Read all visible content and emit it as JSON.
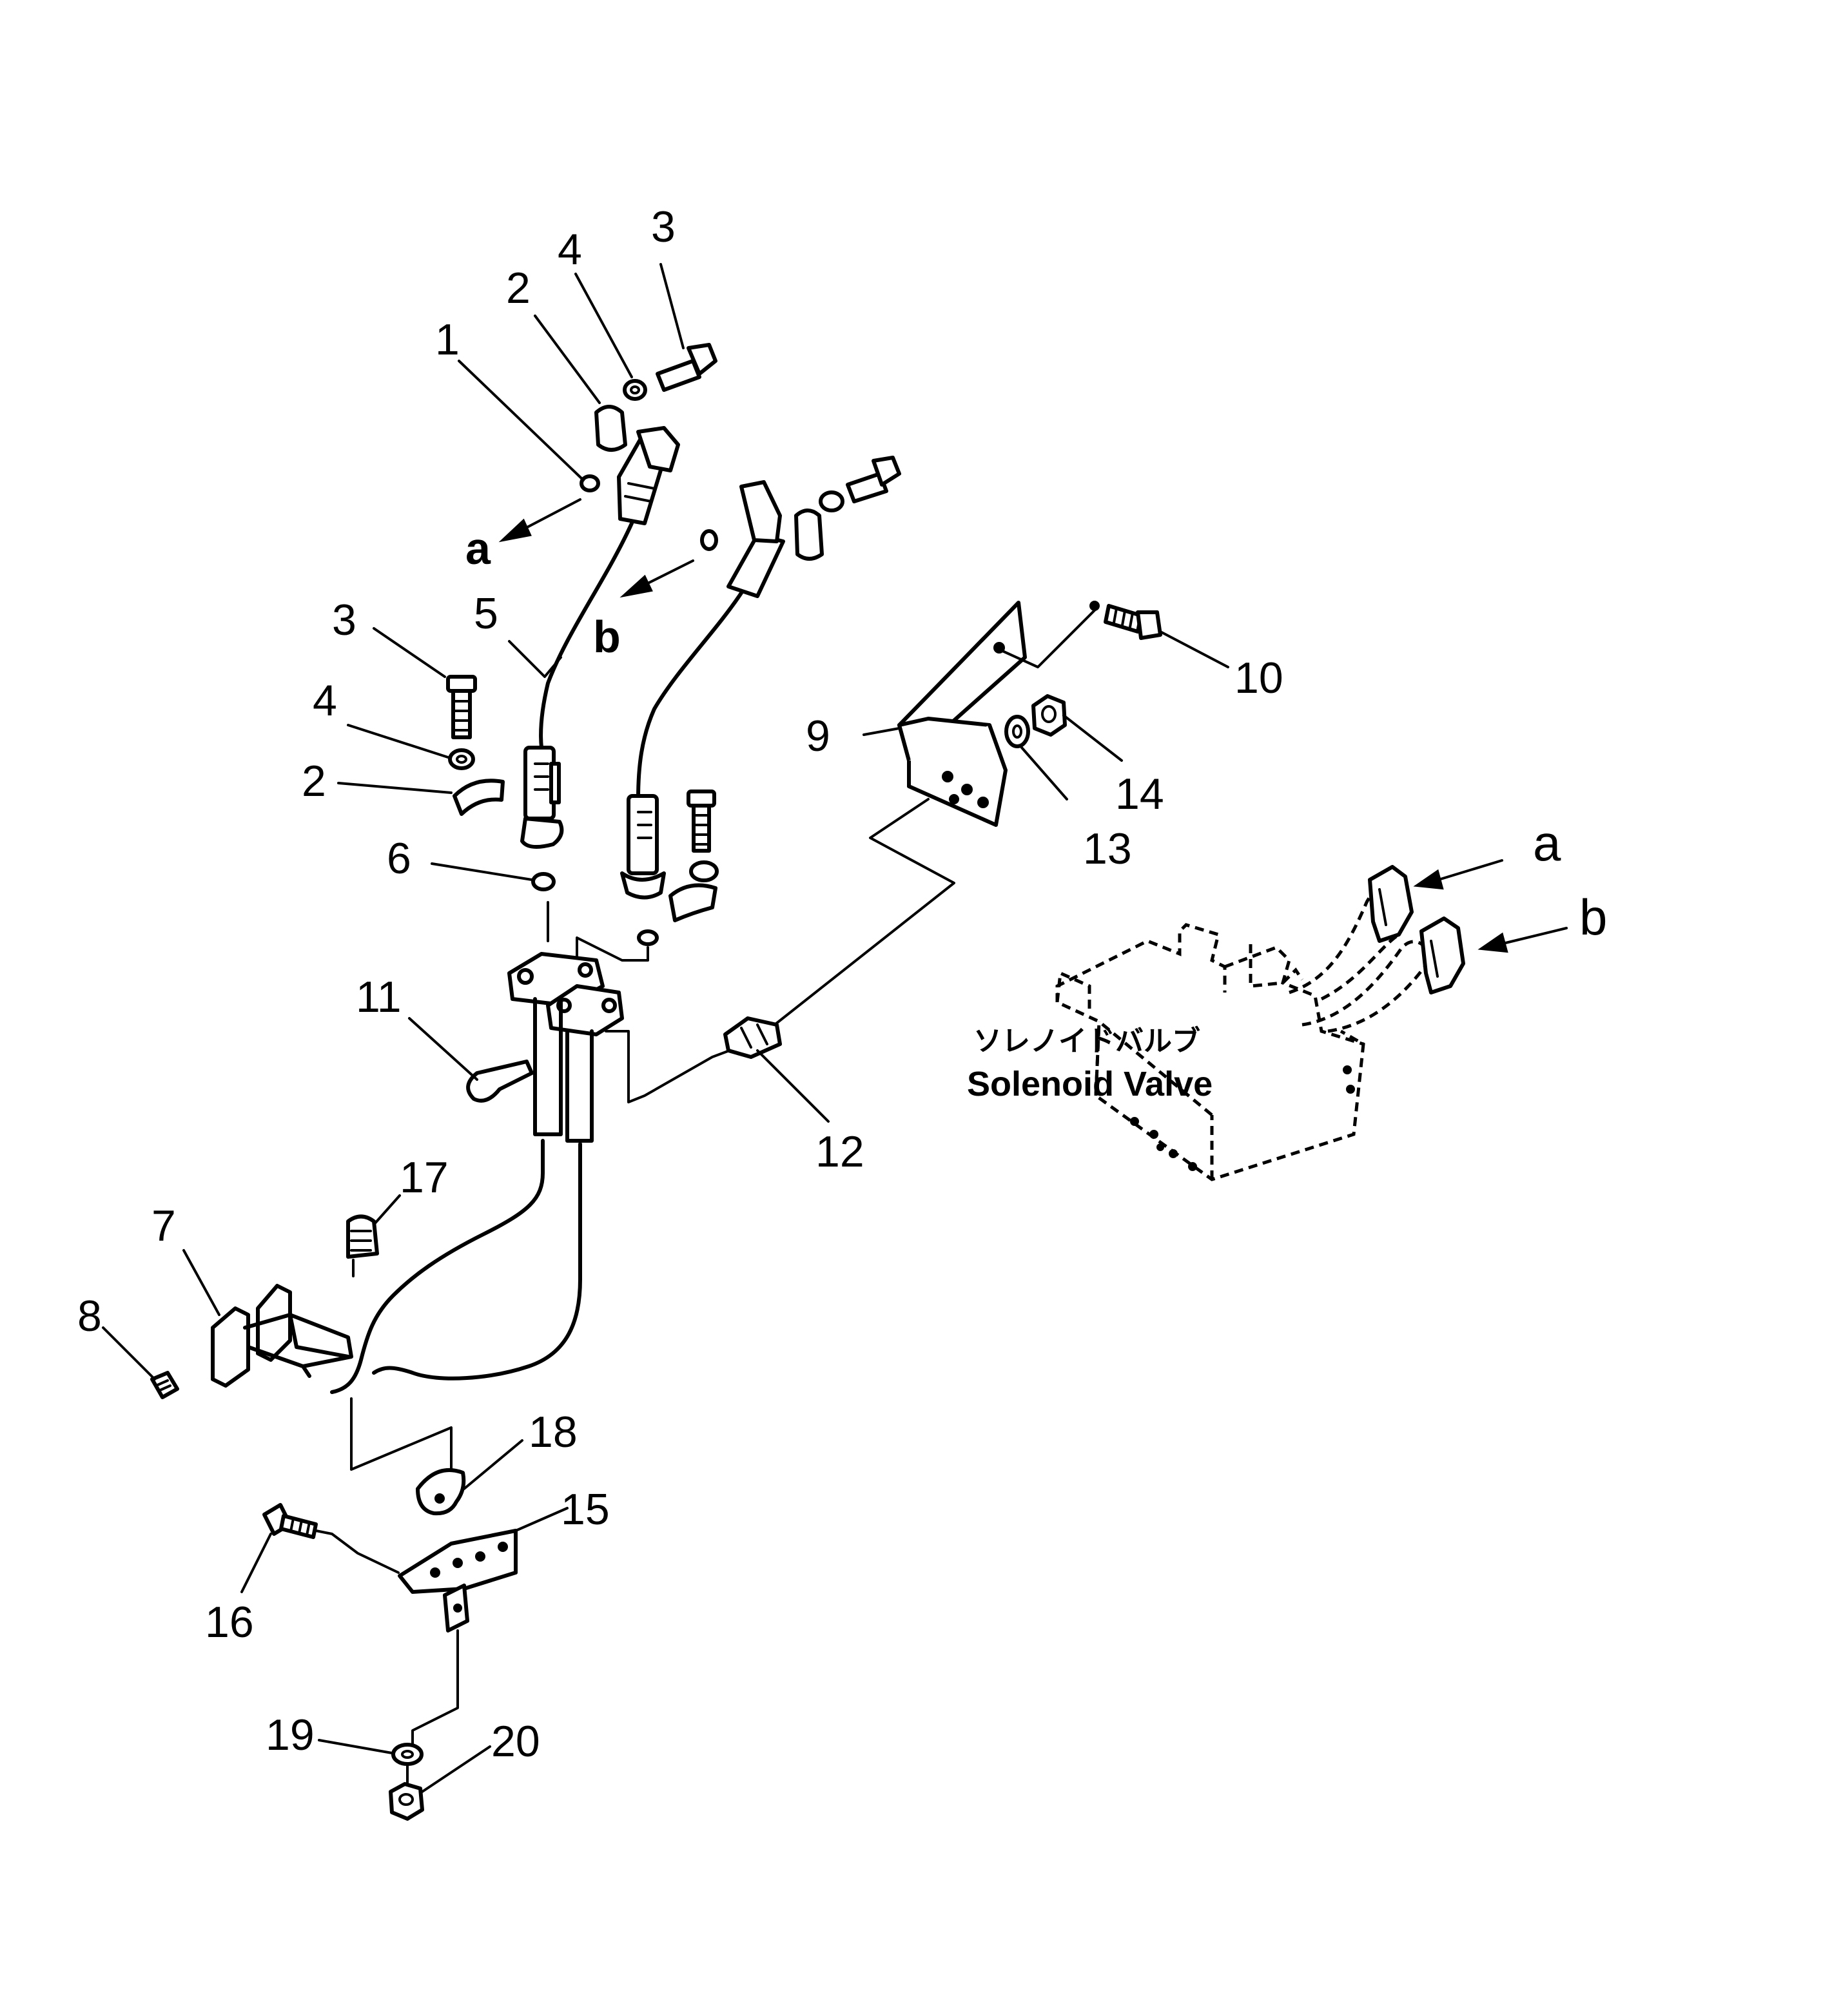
{
  "callouts": {
    "c1": "1",
    "c2_top": "2",
    "c2_mid": "2",
    "c3_top": "3",
    "c3_mid": "3",
    "c4_top": "4",
    "c4_mid": "4",
    "c5": "5",
    "c6": "6",
    "c7": "7",
    "c8": "8",
    "c9": "9",
    "c10": "10",
    "c11": "11",
    "c12": "12",
    "c13": "13",
    "c14": "14",
    "c15": "15",
    "c16": "16",
    "c17": "17",
    "c18": "18",
    "c19": "19",
    "c20": "20"
  },
  "markers": {
    "a_left": "a",
    "b_left": "b",
    "a_right": "a",
    "b_right": "b"
  },
  "solenoid_valve": {
    "label_jp": "ソレノイドバルブ",
    "label_en": "Solenoid Valve"
  }
}
